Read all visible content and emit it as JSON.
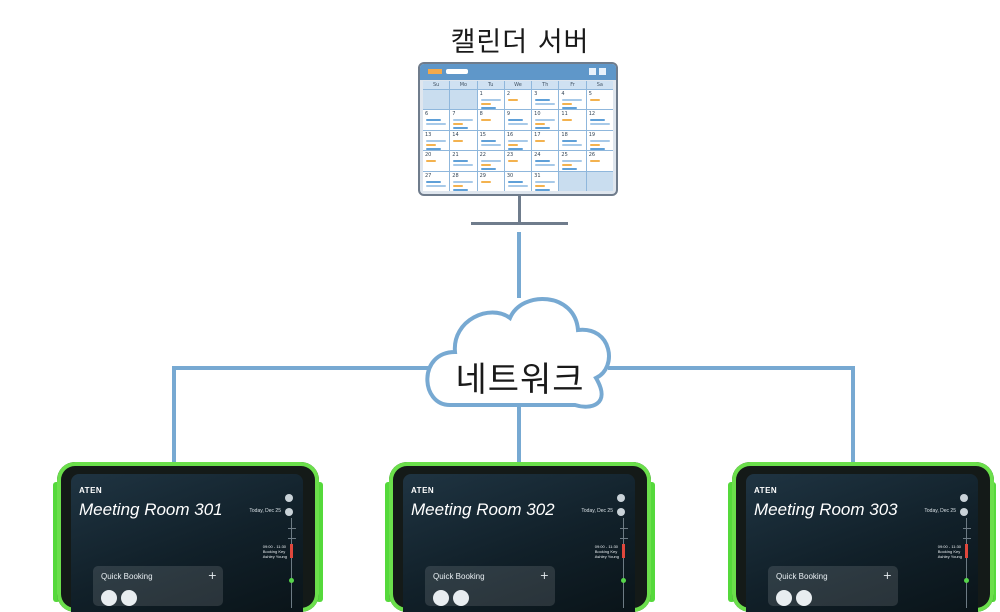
{
  "diagram": {
    "server_title": "캘린더 서버",
    "network_label": "네트워크"
  },
  "calendar": {
    "weekdays": [
      "Su",
      "Mo",
      "Tu",
      "We",
      "Th",
      "Fr",
      "Sa"
    ],
    "dates": [
      "",
      "",
      "1",
      "2",
      "3",
      "4",
      "5",
      "6",
      "7",
      "8",
      "9",
      "10",
      "11",
      "12",
      "13",
      "14",
      "15",
      "16",
      "17",
      "18",
      "19",
      "20",
      "21",
      "22",
      "23",
      "24",
      "25",
      "26",
      "27",
      "28",
      "29",
      "30",
      "31",
      "",
      ""
    ]
  },
  "tablets": [
    {
      "brand": "ATEN",
      "room": "Meeting Room 301",
      "quick_booking": "Quick Booking",
      "today": "Today, Dec 25",
      "booking": "09:00 - 11:30\nBooking Key\nAshley Young"
    },
    {
      "brand": "ATEN",
      "room": "Meeting Room 302",
      "quick_booking": "Quick Booking",
      "today": "Today, Dec 25",
      "booking": "09:00 - 11:30\nBooking Key\nAshley Young"
    },
    {
      "brand": "ATEN",
      "room": "Meeting Room 303",
      "quick_booking": "Quick Booking",
      "today": "Today, Dec 25",
      "booking": "09:00 - 11:30\nBooking Key\nAshley Young"
    }
  ],
  "colors": {
    "link": "#77a9d2",
    "cloud_stroke": "#77a9d2",
    "tablet_accent": "#55d93b",
    "calendar_header": "#5f97c9"
  }
}
